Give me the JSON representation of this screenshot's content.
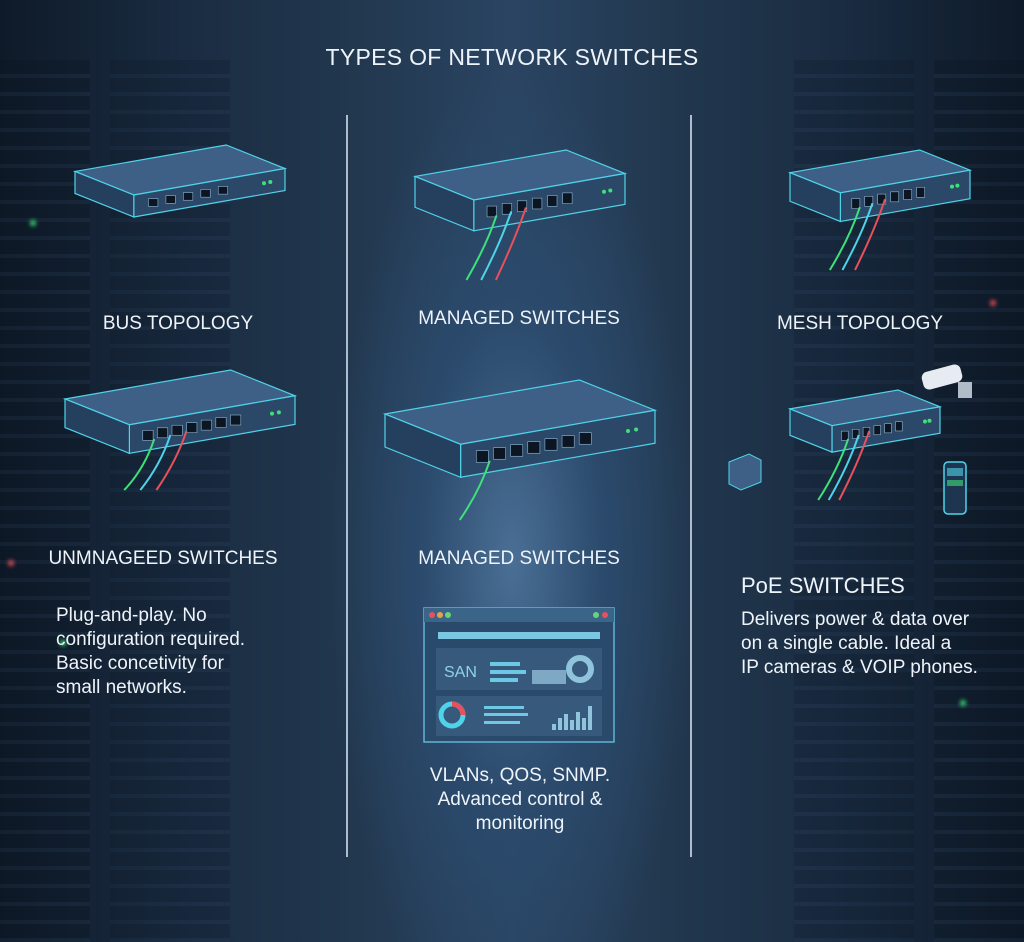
{
  "title": "TYPES OF NETWORK SWITCHES",
  "left": {
    "top_label": "BUS TOPOLOGY",
    "bottom_label": "UNMNAGEED SWITCHES",
    "description": [
      "Plug-and-play. No",
      "configuration required.",
      "Basic concetivity for",
      "small networks."
    ]
  },
  "center": {
    "top_label": "MANAGED SWITCHES",
    "bottom_label": "MANAGED SWITCHES",
    "dashboard_text": "SAN",
    "description": [
      "VLANs, QOS, SNMP.",
      "Advanced control &",
      "monitoring"
    ]
  },
  "right": {
    "top_label": "MESH TOPOLOGY",
    "bottom_label": "PoE SWITCHES",
    "description": [
      "Delivers power & data over",
      "on a single cable. Ideal a",
      "IP cameras & VOIP phones."
    ]
  },
  "colors": {
    "accent": "#4fd3e8",
    "switch_body": "#3e5f86",
    "green": "#3ee07a",
    "red": "#e8505b"
  }
}
